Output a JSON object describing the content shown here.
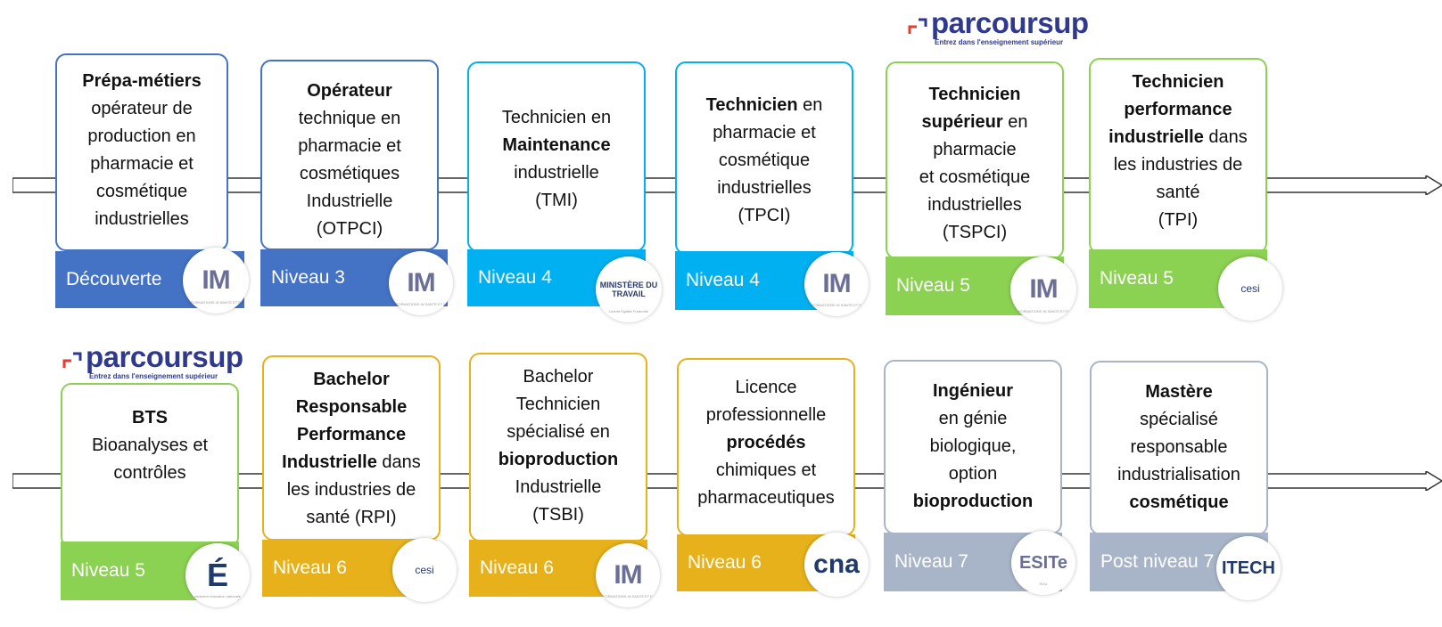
{
  "parcoursup": {
    "brand": "parcoursup",
    "tagline": "Entrez dans l'enseignement supérieur"
  },
  "colors": {
    "blue": "#4472c4",
    "cyan": "#00b0f0",
    "green": "#8bd152",
    "gold": "#e6b11a",
    "slate": "#a8b4c8"
  },
  "row1": [
    {
      "lines": [
        [
          "Prépa-métiers",
          "b"
        ],
        [
          "opérateur de",
          ""
        ],
        [
          "production en",
          ""
        ],
        [
          "pharmacie et",
          ""
        ],
        [
          "cosmétique",
          ""
        ],
        [
          "industrielles",
          ""
        ]
      ],
      "level": "Découverte",
      "seal": "im-icon",
      "seal_text": "IM",
      "seal_sub": "FORMATIONS IN SANTÉ ET B"
    },
    {
      "lines": [
        [
          "Opérateur",
          "b"
        ],
        [
          "technique en",
          ""
        ],
        [
          "pharmacie et",
          ""
        ],
        [
          "cosmétiques",
          ""
        ],
        [
          "Industrielle",
          ""
        ],
        [
          "(OTPCI)",
          ""
        ]
      ],
      "level": "Niveau 3",
      "seal": "im-icon",
      "seal_text": "IM",
      "seal_sub": "FORMATIONS IN SANTÉ ET B"
    },
    {
      "lines": [
        [
          "Technicien en",
          ""
        ],
        [
          "Maintenance",
          "b"
        ],
        [
          "industrielle",
          ""
        ],
        [
          "(TMI)",
          ""
        ]
      ],
      "level": "Niveau 4",
      "seal": "ministere-travail-icon",
      "seal_text": "MINISTÈRE DU TRAVAIL",
      "seal_sub": "Liberté Égalité Fraternité"
    },
    {
      "lines": [
        [
          "Technicien en",
          "b1"
        ],
        [
          "pharmacie et",
          ""
        ],
        [
          "cosmétique",
          ""
        ],
        [
          "industrielles",
          ""
        ],
        [
          "(TPCI)",
          ""
        ]
      ],
      "level": "Niveau 4",
      "seal": "im-icon",
      "seal_text": "IM",
      "seal_sub": "FORMATIONS IN SANTÉ ET B"
    },
    {
      "lines": [
        [
          "Technicien",
          "b"
        ],
        [
          "supérieur en",
          "b1"
        ],
        [
          "pharmacie",
          ""
        ],
        [
          "et cosmétique",
          ""
        ],
        [
          "industrielles",
          ""
        ],
        [
          "(TSPCI)",
          ""
        ]
      ],
      "level": "Niveau 5",
      "seal": "im-icon",
      "seal_text": "IM",
      "seal_sub": "FORMATIONS IN SANTÉ ET B"
    },
    {
      "lines": [
        [
          "Technicien",
          "b"
        ],
        [
          "performance",
          "b"
        ],
        [
          "industrielle dans",
          "b1"
        ],
        [
          "les industries de",
          ""
        ],
        [
          "santé",
          ""
        ],
        [
          "(TPI)",
          ""
        ]
      ],
      "level": "Niveau 5",
      "seal": "cesi-icon",
      "seal_text": "cesi",
      "seal_sub": ""
    }
  ],
  "row2": [
    {
      "lines": [
        [
          "BTS",
          "b"
        ],
        [
          "Bioanalyses et",
          ""
        ],
        [
          "contrôles",
          ""
        ]
      ],
      "level": "Niveau 5",
      "seal": "ministere-education-icon",
      "seal_text": "É",
      "seal_sub": "ministère éducation nationale"
    },
    {
      "lines": [
        [
          "Bachelor",
          "b"
        ],
        [
          "Responsable",
          "b"
        ],
        [
          "Performance",
          "b"
        ],
        [
          "Industrielle dans",
          "b1"
        ],
        [
          "les industries de",
          ""
        ],
        [
          "santé (RPI)",
          ""
        ]
      ],
      "level": "Niveau 6",
      "seal": "cesi-icon",
      "seal_text": "cesi",
      "seal_sub": ""
    },
    {
      "lines": [
        [
          "Bachelor",
          ""
        ],
        [
          "Technicien",
          ""
        ],
        [
          "spécialisé en",
          ""
        ],
        [
          "bioproduction",
          "b"
        ],
        [
          "Industrielle",
          ""
        ],
        [
          "(TSBI)",
          ""
        ]
      ],
      "level": "Niveau 6",
      "seal": "im-icon",
      "seal_text": "IM",
      "seal_sub": "FORMATIONS IN SANTÉ ET B"
    },
    {
      "lines": [
        [
          "Licence",
          ""
        ],
        [
          "professionnelle",
          ""
        ],
        [
          "procédés",
          "b"
        ],
        [
          "chimiques et",
          ""
        ],
        [
          "pharmaceutiques",
          ""
        ]
      ],
      "level": "Niveau 6",
      "seal": "cnam-icon",
      "seal_text": "cna",
      "seal_sub": ""
    },
    {
      "lines": [
        [
          "Ingénieur",
          "b"
        ],
        [
          "en génie",
          ""
        ],
        [
          "biologique,",
          ""
        ],
        [
          "option",
          ""
        ],
        [
          "bioproduction",
          "b"
        ]
      ],
      "level": "Niveau 7",
      "seal": "esitech-icon",
      "seal_text": "ESITe",
      "seal_sub": "ROU"
    },
    {
      "lines": [
        [
          "Mastère",
          "b"
        ],
        [
          "spécialisé",
          ""
        ],
        [
          "responsable",
          ""
        ],
        [
          "industrialisation",
          ""
        ],
        [
          "cosmétique",
          "b"
        ]
      ],
      "level": "Post niveau 7",
      "seal": "itech-icon",
      "seal_text": "ITECH",
      "seal_sub": ""
    }
  ]
}
